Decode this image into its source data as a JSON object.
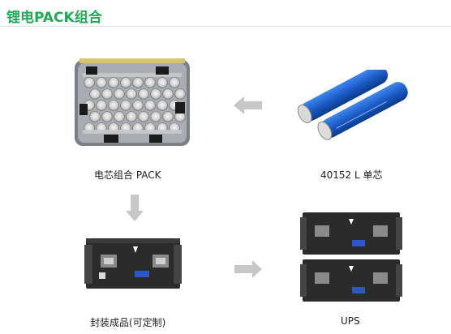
{
  "title": "锂电PACK组合",
  "captions": {
    "pack": "电芯组合 PACK",
    "cell": "40152 L 单芯",
    "finished": "封装成品(可定制)",
    "ups": "UPS"
  },
  "colors": {
    "title": "#23a85a",
    "arrow": "#c7c7c7",
    "cell_blue": "#1c5fc8",
    "module_dark": "#2b2b2b"
  }
}
